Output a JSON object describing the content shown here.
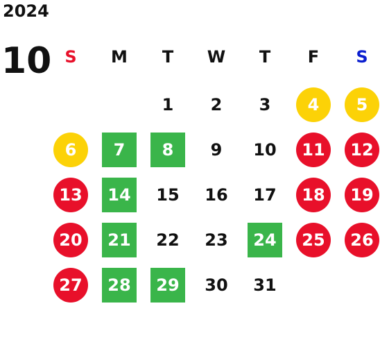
{
  "calendar": {
    "year": "2024",
    "month": "10",
    "weekday_labels": [
      "S",
      "M",
      "T",
      "W",
      "T",
      "F",
      "S"
    ],
    "weekday_colors": [
      "#e8102a",
      "#111111",
      "#111111",
      "#111111",
      "#111111",
      "#111111",
      "#0a1ecf"
    ],
    "colors": {
      "red": "#e8102a",
      "yellow": "#fcd207",
      "green": "#3ab54a",
      "text": "#111111",
      "highlight_text": "#ffffff"
    },
    "weeks": [
      [
        {
          "day": "",
          "mark": ""
        },
        {
          "day": "",
          "mark": ""
        },
        {
          "day": "1",
          "mark": ""
        },
        {
          "day": "2",
          "mark": ""
        },
        {
          "day": "3",
          "mark": ""
        },
        {
          "day": "4",
          "mark": "yellow"
        },
        {
          "day": "5",
          "mark": "yellow"
        }
      ],
      [
        {
          "day": "6",
          "mark": "yellow"
        },
        {
          "day": "7",
          "mark": "green"
        },
        {
          "day": "8",
          "mark": "green"
        },
        {
          "day": "9",
          "mark": ""
        },
        {
          "day": "10",
          "mark": ""
        },
        {
          "day": "11",
          "mark": "red"
        },
        {
          "day": "12",
          "mark": "red"
        }
      ],
      [
        {
          "day": "13",
          "mark": "red"
        },
        {
          "day": "14",
          "mark": "green"
        },
        {
          "day": "15",
          "mark": ""
        },
        {
          "day": "16",
          "mark": ""
        },
        {
          "day": "17",
          "mark": ""
        },
        {
          "day": "18",
          "mark": "red"
        },
        {
          "day": "19",
          "mark": "red"
        }
      ],
      [
        {
          "day": "20",
          "mark": "red"
        },
        {
          "day": "21",
          "mark": "green"
        },
        {
          "day": "22",
          "mark": ""
        },
        {
          "day": "23",
          "mark": ""
        },
        {
          "day": "24",
          "mark": "green"
        },
        {
          "day": "25",
          "mark": "red"
        },
        {
          "day": "26",
          "mark": "red"
        }
      ],
      [
        {
          "day": "27",
          "mark": "red"
        },
        {
          "day": "28",
          "mark": "green"
        },
        {
          "day": "29",
          "mark": "green"
        },
        {
          "day": "30",
          "mark": ""
        },
        {
          "day": "31",
          "mark": ""
        },
        {
          "day": "",
          "mark": ""
        },
        {
          "day": "",
          "mark": ""
        }
      ]
    ]
  }
}
